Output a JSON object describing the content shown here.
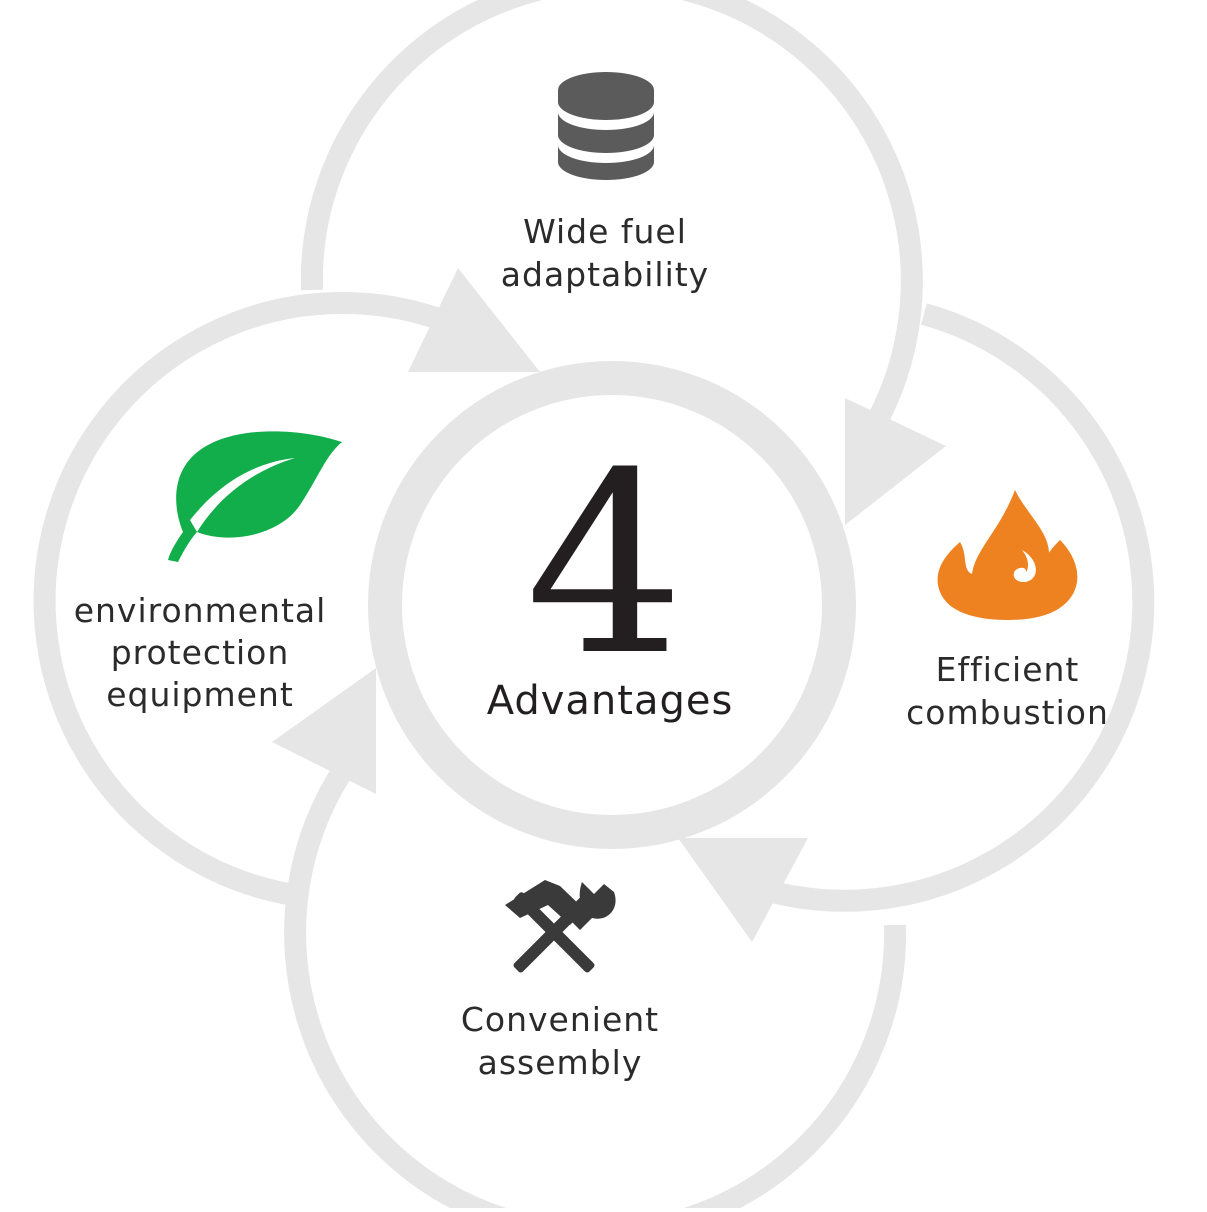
{
  "center": {
    "number": "4",
    "label": "Advantages"
  },
  "items": [
    {
      "id": "top",
      "icon": "database-icon",
      "color": "#5b5b5b",
      "lines": [
        "Wide fuel",
        "adaptability"
      ]
    },
    {
      "id": "right",
      "icon": "flame-icon",
      "color": "#ef8220",
      "lines": [
        "Efficient",
        "combustion"
      ]
    },
    {
      "id": "bottom",
      "icon": "tools-icon",
      "color": "#3a3a3a",
      "lines": [
        "Convenient",
        "assembly"
      ]
    },
    {
      "id": "left",
      "icon": "leaf-icon",
      "color": "#12ae4b",
      "lines": [
        "environmental",
        "protection",
        "equipment"
      ]
    }
  ],
  "colors": {
    "ring": "#e6e6e7",
    "text": "#2b2b2b"
  }
}
